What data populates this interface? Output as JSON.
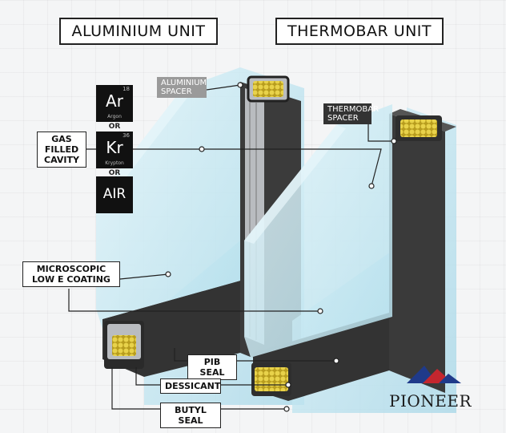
{
  "headers": {
    "aluminium": "ALUMINIUM UNIT",
    "thermobar": "THERMOBAR UNIT"
  },
  "spacers": {
    "aluminium": "ALUMINIUM\nSPACER",
    "thermobar": "THERMOBAR\nSPACER"
  },
  "gas": {
    "label": "GAS\nFILLED\nCAVITY",
    "elements": [
      {
        "symbol": "Ar",
        "name": "Argon",
        "number": "18"
      },
      {
        "symbol": "Kr",
        "name": "Krypton",
        "number": "36"
      },
      {
        "symbol": "AIR",
        "name": "",
        "number": ""
      }
    ],
    "or_text": "OR"
  },
  "coating": "MICROSCOPIC\nLOW E COATING",
  "seals": {
    "pib": "PIB SEAL",
    "dessicant": "DESSICANT",
    "butyl": "BUTYL SEAL"
  },
  "brand": {
    "name": "PIONEER",
    "colors": [
      "#1f3a8a",
      "#c4262e"
    ]
  },
  "colors": {
    "glass": "#bfe3ef",
    "thermobar": "#3a3a3a",
    "aluminium": "#b9bcc0",
    "dessicant": "#d8c23a"
  }
}
